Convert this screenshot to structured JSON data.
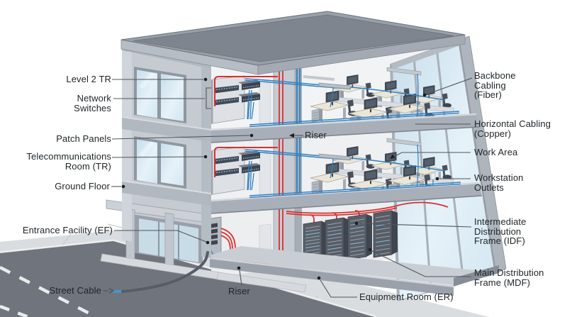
{
  "diagram": {
    "type": "building-structured-cabling-cutaway",
    "labels": {
      "level2_tr": "Level 2 TR",
      "network_switches": "Network Switches",
      "patch_panels": "Patch Panels",
      "telecom_room": "Telecommunications Room (TR)",
      "ground_floor": "Ground Floor",
      "entrance_facility": "Entrance Facility (EF)",
      "street_cable": "Street Cable",
      "riser_mid": "Riser",
      "riser_ground": "Riser",
      "equipment_room": "Equipment Room (ER)",
      "backbone_cabling": "Backbone Cabling (Fiber)",
      "horizontal_cabling": "Horizontal Cabling (Copper)",
      "work_area": "Work Area",
      "workstation_outlets": "Workstation Outlets",
      "idf": "Intermediate Distribution Frame (IDF)",
      "mdf": "Main Distribution Frame (MDF)"
    },
    "colors": {
      "backbone_fiber_cable": "#d93030",
      "horizontal_copper_cable": "#2f7fc1",
      "street_cable": "#575d66",
      "leader_line": "#50555b",
      "text": "#1f2428",
      "roof": "#878d96",
      "facade": "#c6cbd2",
      "glass": "#d9ecf6",
      "street": "#70757d",
      "sidewalk": "#dadde0"
    }
  }
}
